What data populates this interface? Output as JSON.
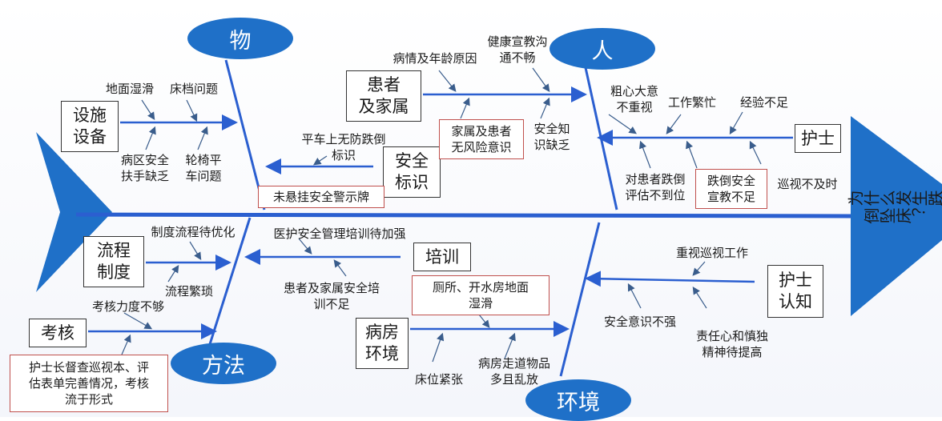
{
  "colors": {
    "spine": "#2b5fd0",
    "pill": "#1f70c8",
    "head": "#1f70c8",
    "red_border": "#c0504d"
  },
  "head": {
    "text": "为什么发生跌倒坠床？"
  },
  "categories": {
    "wu": "物",
    "ren": "人",
    "fangfa": "方法",
    "huanjing": "环境"
  },
  "boxes": {
    "sheshi": "设施\n设备",
    "huanzhe": "患者\n及家属",
    "anquan": "安全\n标识",
    "hushi": "护士",
    "liucheng": "流程\n制度",
    "peixun": "培训",
    "hushirenzhi": "护士\n认知",
    "kaohe": "考核",
    "bingfang": "病房\n环境"
  },
  "labels": {
    "dimian": "地面湿滑",
    "chuangdang": "床档问题",
    "bingqu": "病区安全\n扶手缺乏",
    "lunyi": "轮椅平\n车问题",
    "bingqing": "病情及年龄原因",
    "jiankang": "健康宣教沟\n通不畅",
    "anquanzhi": "安全知\n识缺乏",
    "pingche": "平车上无防跌倒\n标识",
    "cuxin": "粗心大意\n不重视",
    "gongzuo": "工作繁忙",
    "jingyan": "经验不足",
    "duihuanzhe": "对患者跌倒\n评估不到位",
    "xunshi": "巡视不及时",
    "zhidu": "制度流程待优化",
    "liuchengfansuo": "流程繁琐",
    "yihu": "医护安全管理培训待加强",
    "huanzhejiashu": "患者及家属安全培\n训不足",
    "zhongshi": "重视巡视工作",
    "anquanyishi": "安全意识不强",
    "zerenxin": "责任心和慎独\n精神待提高",
    "kaoheli": "考核力度不够",
    "chuangwei": "床位紧张",
    "bingfangzoudao": "病房走道物品\n多且乱放"
  },
  "red_boxes": {
    "weixuangua": "未悬挂安全警示牌",
    "jiashu": "家属及患者\n无风险意识",
    "dieDao": "跌倒安全\n宣教不足",
    "cesuo": "厕所、开水房地面\n湿滑",
    "hushizhang": "护士长督查巡视本、评\n估表单完善情况，考核\n流于形式"
  }
}
